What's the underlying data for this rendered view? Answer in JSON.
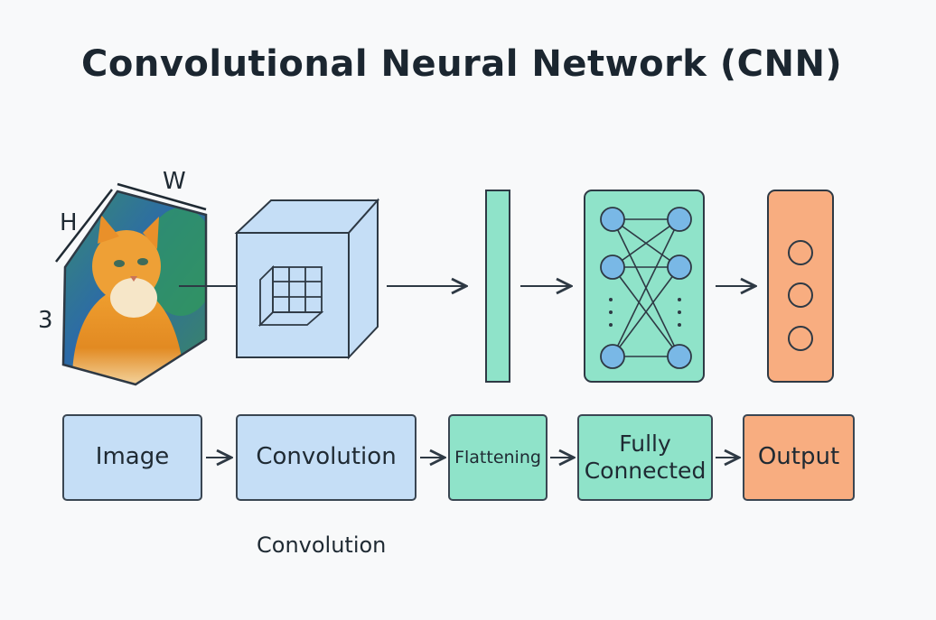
{
  "title": "Convolutional Neural Network (CNN)",
  "input_dims": {
    "width": "W",
    "height": "H",
    "channels": "3"
  },
  "stages": [
    {
      "label": "Image",
      "color": "#c5def6"
    },
    {
      "label": "Convolution",
      "color": "#c5def6"
    },
    {
      "label": "Flattening",
      "color": "#8fe3c9"
    },
    {
      "label": "Fully\nConnected",
      "color": "#8fe3c9"
    },
    {
      "label": "Output",
      "color": "#f8ad80"
    }
  ],
  "caption": "Convolution",
  "colors": {
    "conv_volume": "#c5def6",
    "flatten_bar": "#8fe3c9",
    "fc_panel": "#8fe3c9",
    "fc_node": "#79b8e6",
    "output_panel": "#f8ad80",
    "stroke": "#2e3944"
  }
}
